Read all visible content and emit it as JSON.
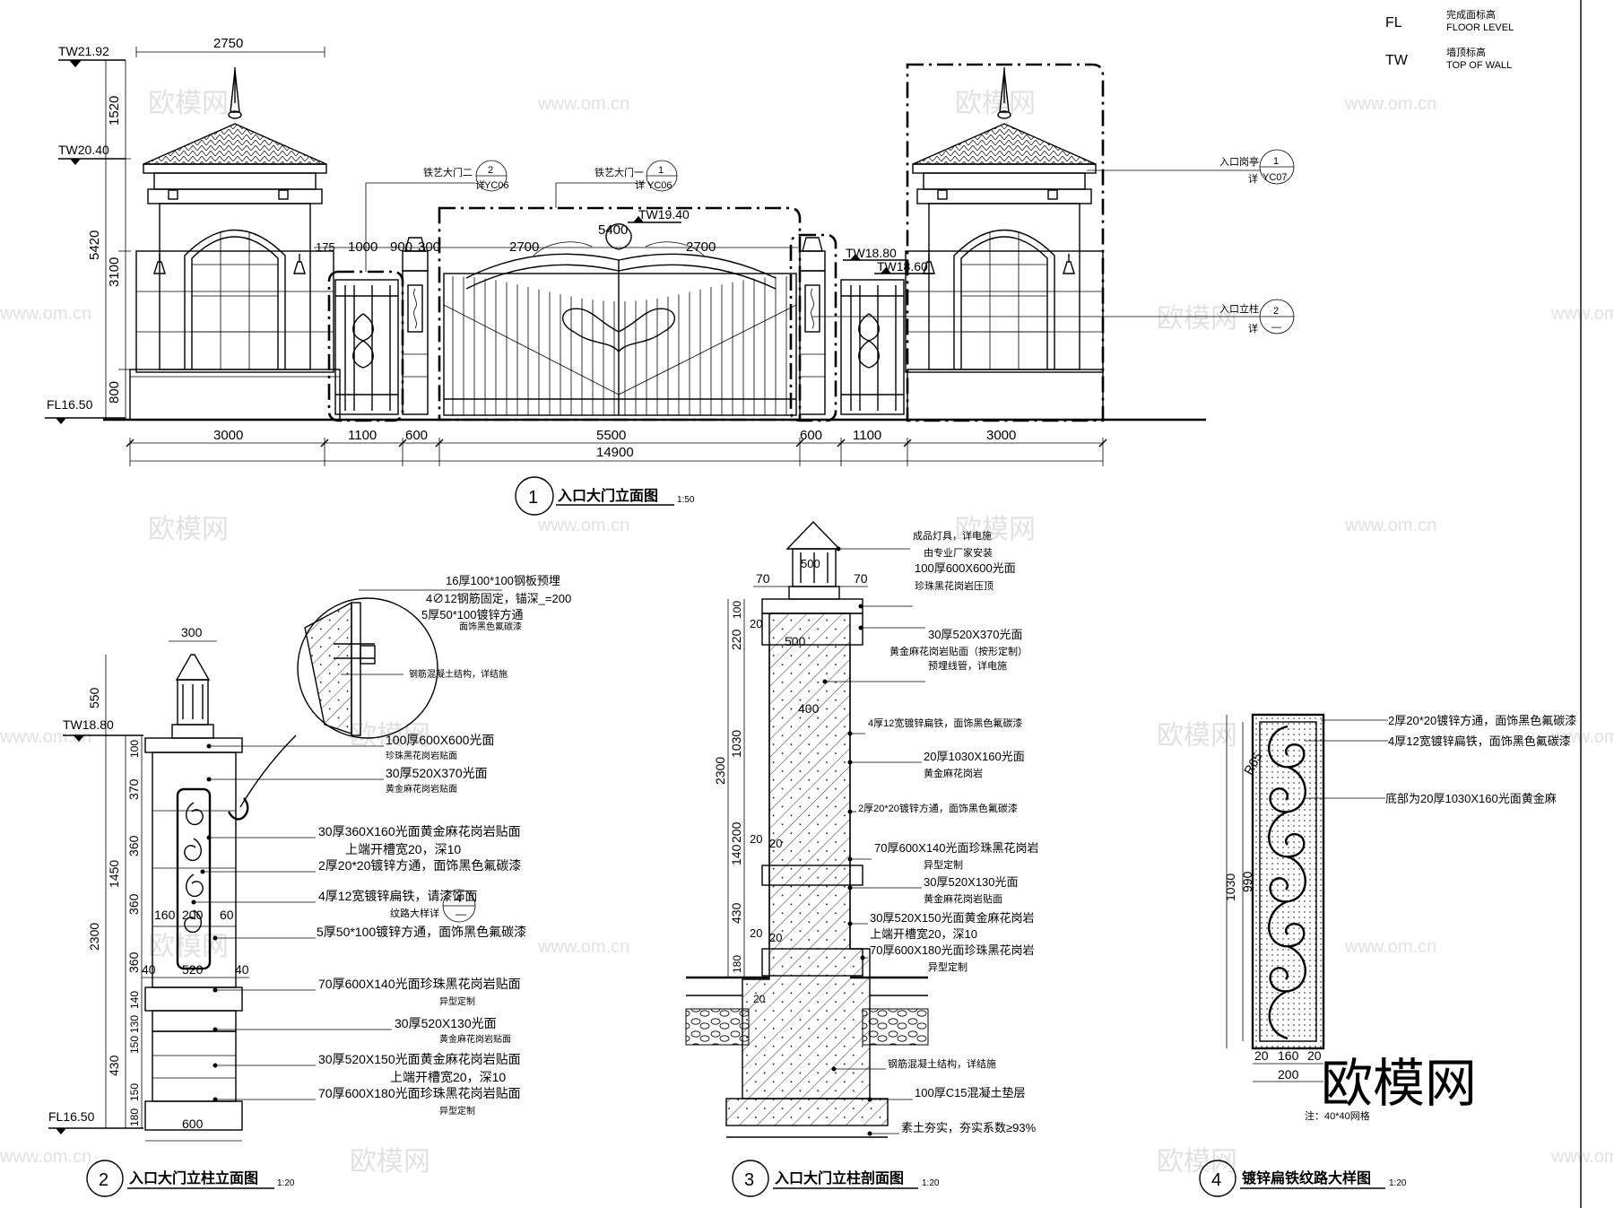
{
  "legend": {
    "fl_code": "FL",
    "fl_cn": "完成面标高",
    "fl_en": "FLOOR LEVEL",
    "tw_code": "TW",
    "tw_cn": "墙顶标高",
    "tw_en": "TOP OF WALL"
  },
  "drawing1": {
    "number": "1",
    "title": "入口大门立面图",
    "scale": "1:50",
    "levels": {
      "tw1": "TW21.92",
      "tw2": "TW20.40",
      "fl": "FL16.50",
      "tw_gate": "TW19.40",
      "tw_post": "TW18.80",
      "tw_wall": "TW18.60"
    },
    "dims_top": {
      "w2750": "2750",
      "d175": "175",
      "d1000": "1000",
      "d900": "900",
      "d300": "300",
      "d5400": "5400",
      "d2700a": "2700",
      "d2700b": "2700"
    },
    "dims_left": {
      "v1520": "1520",
      "v5420": "5420",
      "v3100": "3100",
      "v800": "800"
    },
    "dims_bottom": {
      "b3000a": "3000",
      "b1100a": "1100",
      "b600a": "600",
      "b5500": "5500",
      "b600b": "600",
      "b1100b": "1100",
      "b3000b": "3000",
      "total": "14900"
    },
    "callouts": [
      {
        "label": "铁艺大门二",
        "num": "2",
        "ref": "YC06"
      },
      {
        "label": "铁艺大门一",
        "num": "1",
        "ref": "YC06"
      },
      {
        "label": "入口岗亭",
        "num": "1",
        "ref": "YC07"
      },
      {
        "label": "入口立柱",
        "num": "2",
        "ref": "—"
      }
    ],
    "detail_prefix": "详"
  },
  "drawing2": {
    "number": "2",
    "title": "入口大门立柱立面图",
    "scale": "1:20",
    "levels": {
      "tw": "TW18.80",
      "fl": "FL16.50"
    },
    "dims": {
      "w300": "300",
      "v550": "550",
      "v100": "100",
      "v370": "370",
      "v360a": "360",
      "v1450": "1450",
      "v360b": "360",
      "v2300": "2300",
      "v360c": "360",
      "v140": "140",
      "v130": "130",
      "v150a": "150",
      "v430": "430",
      "v150b": "150",
      "v180": "180",
      "h160a": "160",
      "h200": "200",
      "h60": "60",
      "h40a": "40",
      "h520": "520",
      "h40b": "40",
      "w600": "600"
    },
    "callout_num": "4",
    "callout_ref": "—",
    "detail_notes": [
      {
        "a": "16厚100*100钢板预埋"
      },
      {
        "a": "4∅12钢筋固定，锚深_=200"
      },
      {
        "a": "5厚50*100镀锌方通",
        "b": "面饰黑色氟碳漆"
      },
      {
        "a": "钢筋混凝土结构，详结施"
      }
    ],
    "notes": [
      {
        "a": "100厚600X600光面",
        "b": "珍珠黑花岗岩贴面"
      },
      {
        "a": "30厚520X370光面",
        "b": "黄金麻花岗岩贴面"
      },
      {
        "a": "30厚360X160光面黄金麻花岗岩贴面",
        "b": "上端开槽宽20，深10"
      },
      {
        "a": "2厚20*20镀锌方通，面饰黑色氟碳漆"
      },
      {
        "a": "4厚12宽镀锌扁铁，请漆饰面",
        "b": "纹路大样详"
      },
      {
        "a": "5厚50*100镀锌方通，面饰黑色氟碳漆"
      },
      {
        "a": "70厚600X140光面珍珠黑花岗岩贴面",
        "b": "异型定制"
      },
      {
        "a": "30厚520X130光面",
        "b": "黄金麻花岗岩贴面"
      },
      {
        "a": "30厚520X150光面黄金麻花岗岩贴面",
        "b": "上端开槽宽20，深10"
      },
      {
        "a": "70厚600X180光面珍珠黑花岗岩贴面",
        "b": "异型定制"
      }
    ]
  },
  "drawing3": {
    "number": "3",
    "title": "入口大门立柱剖面图",
    "scale": "1:20",
    "dims": {
      "w70a": "70",
      "w500top": "500",
      "w70b": "70",
      "v100": "100",
      "v220": "220",
      "v20": "20",
      "w500": "500",
      "w400": "400",
      "v1030": "1030",
      "v2300": "2300",
      "v200": "200",
      "v20b": "20",
      "v140": "140",
      "v430": "430",
      "v20c": "20",
      "v180": "180",
      "w20a": "20",
      "w20b": "20",
      "w20c": "20"
    },
    "notes": [
      {
        "a": "成品灯具，详电施",
        "b": "由专业厂家安装"
      },
      {
        "a": "100厚600X600光面",
        "b": "珍珠黑花岗岩压顶"
      },
      {
        "a": "30厚520X370光面",
        "b": "黄金麻花岗岩贴面（按形定制）"
      },
      {
        "a": "预埋线管，详电施"
      },
      {
        "a": "4厚12宽镀锌扁铁，面饰黑色氟碳漆"
      },
      {
        "a": "20厚1030X160光面",
        "b": "黄金麻花岗岩"
      },
      {
        "a": "2厚20*20镀锌方通，面饰黑色氟碳漆"
      },
      {
        "a": "70厚600X140光面珍珠黑花岗岩",
        "b": "异型定制"
      },
      {
        "a": "30厚520X130光面",
        "b": "黄金麻花岗岩贴面"
      },
      {
        "a": "30厚520X150光面黄金麻花岗岩",
        "b": "上端开槽宽20，深10"
      },
      {
        "a": "70厚600X180光面珍珠黑花岗岩",
        "b": "异型定制"
      },
      {
        "a": "钢筋混凝土结构，详结施"
      },
      {
        "a": "100厚C15混凝土垫层"
      },
      {
        "a": "素土夯实，夯实系数≥93%"
      }
    ]
  },
  "drawing4": {
    "number": "4",
    "title": "镀锌扁铁纹路大样图",
    "scale": "1:20",
    "dims": {
      "r": "R65",
      "v1030": "1030",
      "v990": "990",
      "w20a": "20",
      "w160": "160",
      "w20b": "20",
      "w200": "200"
    },
    "notes": [
      {
        "a": "2厚20*20镀锌方通，面饰黑色氟碳漆"
      },
      {
        "a": "4厚12宽镀锌扁铁，面饰黑色氟碳漆"
      },
      {
        "a": "底部为20厚1030X160光面黄金麻"
      }
    ],
    "grid_note": "注：40*40网格"
  },
  "watermark": {
    "brand": "欧模网",
    "url": "www.om.cn"
  }
}
